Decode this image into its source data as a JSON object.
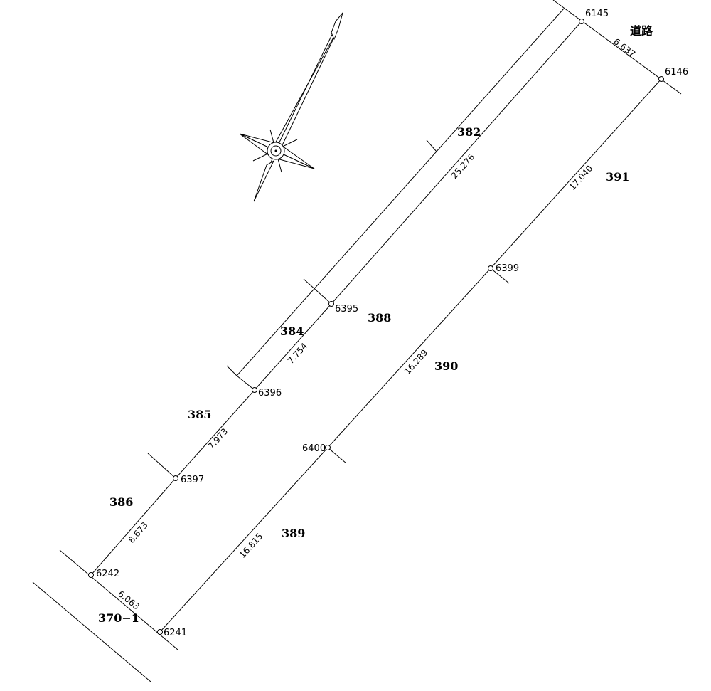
{
  "points": {
    "p6145": "6145",
    "p6146": "6146",
    "p6395": "6395",
    "p6396": "6396",
    "p6397": "6397",
    "p6399": "6399",
    "p6400": "6400",
    "p6242": "6242",
    "p6241": "6241"
  },
  "distances": {
    "d6145_6146": "6.637",
    "d6145_6395": "25.276",
    "d6395_6396": "7.754",
    "d6396_6397": "7.973",
    "d6397_6242": "8.673",
    "d6242_6241": "6.063",
    "d6146_6399": "17.040",
    "d6399_6400": "16.289",
    "d6400_6241": "16.815"
  },
  "parcels": {
    "road": "道路",
    "n382": "382",
    "n384": "384",
    "n385": "385",
    "n386": "386",
    "n388": "388",
    "n389": "389",
    "n390": "390",
    "n391": "391",
    "n370_1": "370−1"
  },
  "north_arrow_icon": "compass-rose-icon"
}
